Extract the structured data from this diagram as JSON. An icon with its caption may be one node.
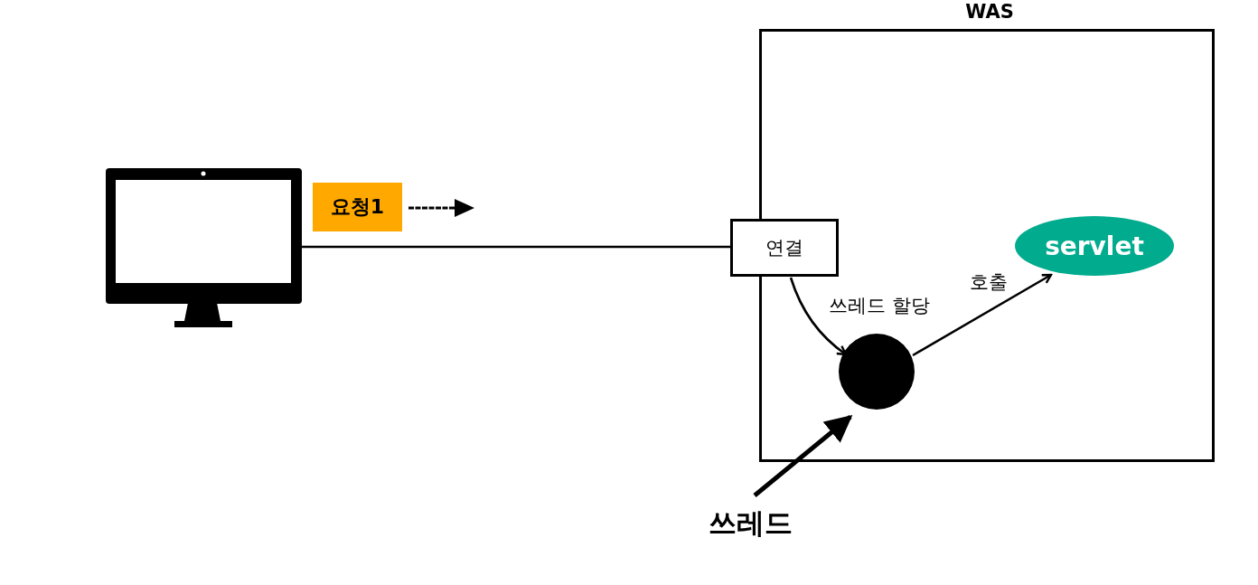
{
  "diagram": {
    "nodes": [
      {
        "text": [],
        "shape": "picture"
      },
      {
        "text": [
          "요청1"
        ]
      },
      {
        "text": [
          "WAS"
        ]
      },
      {
        "text": [
          "연결"
        ]
      },
      {
        "text": [],
        "shape": "circle",
        "in": 2
      },
      {
        "text": [
          "servlet"
        ],
        "in": 2
      },
      {
        "text": [
          "쓰레드"
        ]
      }
    ],
    "edges": [
      {
        "from": 0,
        "to": 3,
        "arrow": "none"
      },
      {
        "from": 3,
        "to": 4,
        "arrow": "to",
        "label": "쓰레드 할당"
      },
      {
        "from": 4,
        "to": 5,
        "arrow": "to",
        "label": "호출"
      },
      {
        "from": 6,
        "to": 4,
        "arrow": "to",
        "style": "thick"
      }
    ]
  }
}
